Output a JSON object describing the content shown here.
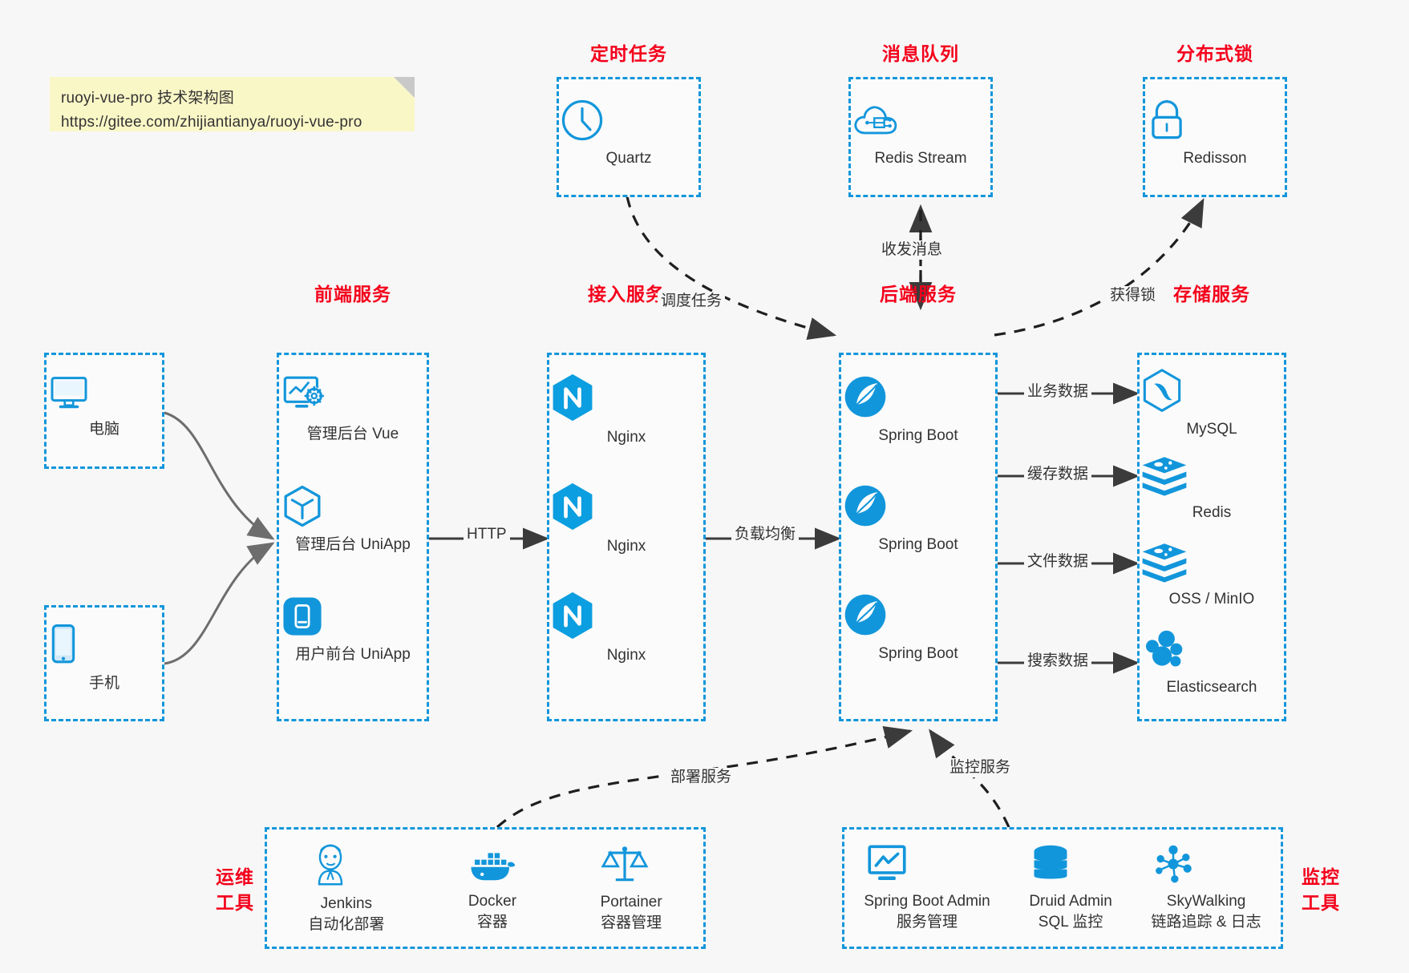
{
  "note": {
    "line1": "ruoyi-vue-pro 技术架构图",
    "line2": "https://gitee.com/zhijiantianya/ruoyi-vue-pro"
  },
  "colors": {
    "accent": "#1296db",
    "title": "#f4001b",
    "background": "#f7f7f7",
    "note_bg": "#faf7c7",
    "wire": "#4a4a4a"
  },
  "groups": {
    "scheduler": {
      "title": "定时任务",
      "items": [
        {
          "label": "Quartz",
          "icon": "clock-icon"
        }
      ]
    },
    "mq": {
      "title": "消息队列",
      "items": [
        {
          "label": "Redis Stream",
          "icon": "cloud-network-icon"
        }
      ]
    },
    "lock": {
      "title": "分布式锁",
      "items": [
        {
          "label": "Redisson",
          "icon": "padlock-icon"
        }
      ]
    },
    "clients": {
      "items": [
        {
          "label": "电脑",
          "icon": "desktop-monitor-icon"
        },
        {
          "label": "手机",
          "icon": "mobile-phone-icon"
        }
      ]
    },
    "frontend": {
      "title": "前端服务",
      "items": [
        {
          "label": "管理后台 Vue",
          "icon": "dashboard-gear-icon"
        },
        {
          "label": "管理后台 UniApp",
          "icon": "cube-icon"
        },
        {
          "label": "用户前台 UniApp",
          "icon": "app-square-icon"
        }
      ]
    },
    "gateway": {
      "title": "接入服务",
      "items": [
        {
          "label": "Nginx",
          "icon": "nginx-icon"
        },
        {
          "label": "Nginx",
          "icon": "nginx-icon"
        },
        {
          "label": "Nginx",
          "icon": "nginx-icon"
        }
      ]
    },
    "backend": {
      "title": "后端服务",
      "items": [
        {
          "label": "Spring Boot",
          "icon": "spring-leaf-icon"
        },
        {
          "label": "Spring Boot",
          "icon": "spring-leaf-icon"
        },
        {
          "label": "Spring Boot",
          "icon": "spring-leaf-icon"
        }
      ]
    },
    "storage": {
      "title": "存储服务",
      "items": [
        {
          "label": "MySQL",
          "icon": "mysql-dolphin-icon"
        },
        {
          "label": "Redis",
          "icon": "redis-stack-icon"
        },
        {
          "label": "OSS / MinIO",
          "icon": "redis-stack-icon"
        },
        {
          "label": "Elasticsearch",
          "icon": "elasticsearch-icon"
        }
      ]
    },
    "devops": {
      "title_line1": "运维",
      "title_line2": "工具",
      "items": [
        {
          "label": "Jenkins",
          "sub": "自动化部署",
          "icon": "jenkins-butler-icon"
        },
        {
          "label": "Docker",
          "sub": "容器",
          "icon": "docker-whale-icon"
        },
        {
          "label": "Portainer",
          "sub": "容器管理",
          "icon": "scales-icon"
        }
      ]
    },
    "monitor": {
      "title_line1": "监控",
      "title_line2": "工具",
      "items": [
        {
          "label": "Spring Boot Admin",
          "sub": "服务管理",
          "icon": "monitor-chart-icon"
        },
        {
          "label": "Druid Admin",
          "sub": "SQL 监控",
          "icon": "database-icon"
        },
        {
          "label": "SkyWalking",
          "sub": "链路追踪 & 日志",
          "icon": "node-graph-icon"
        }
      ]
    }
  },
  "connectors": {
    "schedule_task": "调度任务",
    "send_receive_message": "收发消息",
    "acquire_lock": "获得锁",
    "http": "HTTP",
    "load_balance": "负载均衡",
    "business_data": "业务数据",
    "cache_data": "缓存数据",
    "file_data": "文件数据",
    "search_data": "搜索数据",
    "deploy_service": "部署服务",
    "monitor_service": "监控服务"
  }
}
